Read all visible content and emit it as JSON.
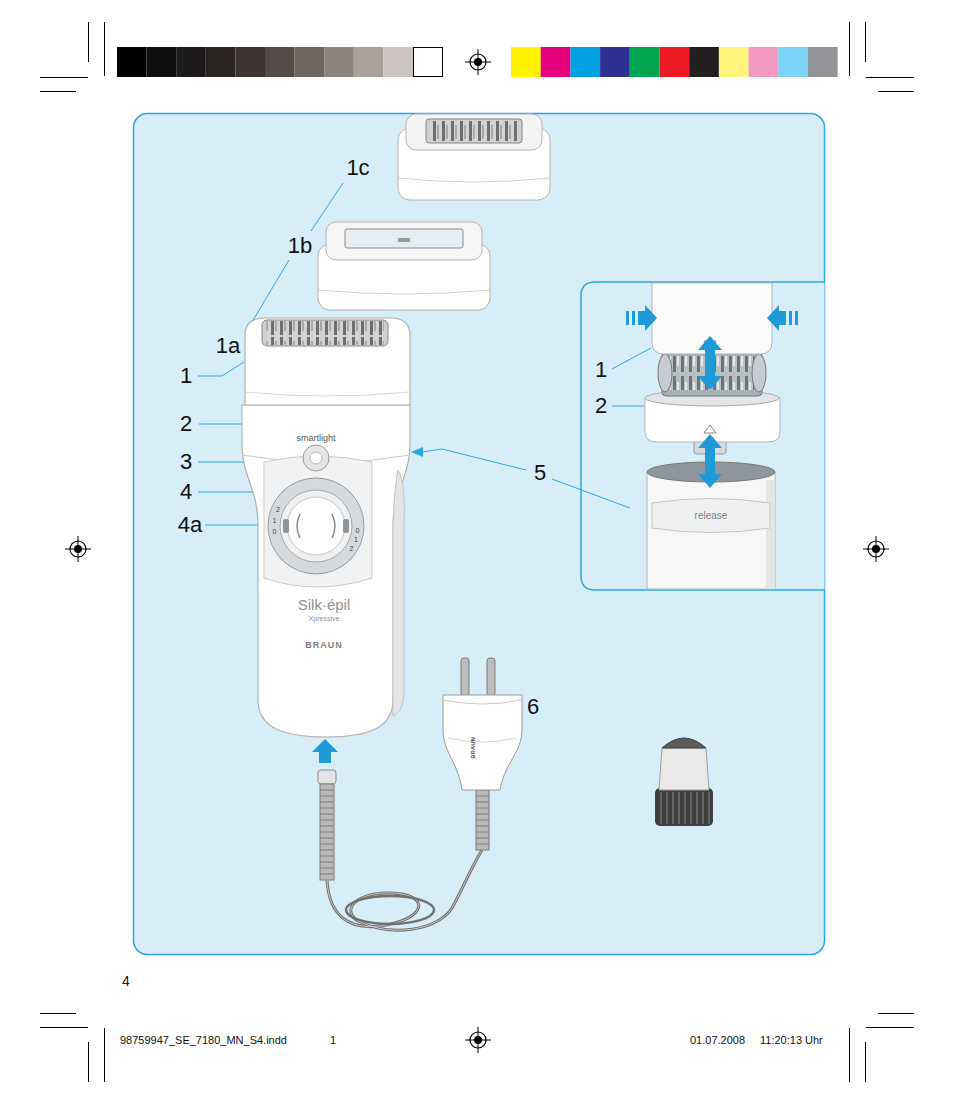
{
  "diagram": {
    "labels": [
      "1c",
      "1b",
      "1a",
      "1",
      "2",
      "3",
      "4",
      "4a",
      "5",
      "1",
      "2",
      "6",
      "smartlight",
      "0",
      "1",
      "2",
      "0",
      "1",
      "2",
      "release",
      "Silk·épil",
      "Xpressive",
      "BRAUN",
      "BRAUN",
      "4",
      "98759947_SE_7180_MN_S4.indd",
      "1",
      "01.07.2008",
      "11:20:13 Uhr"
    ]
  }
}
